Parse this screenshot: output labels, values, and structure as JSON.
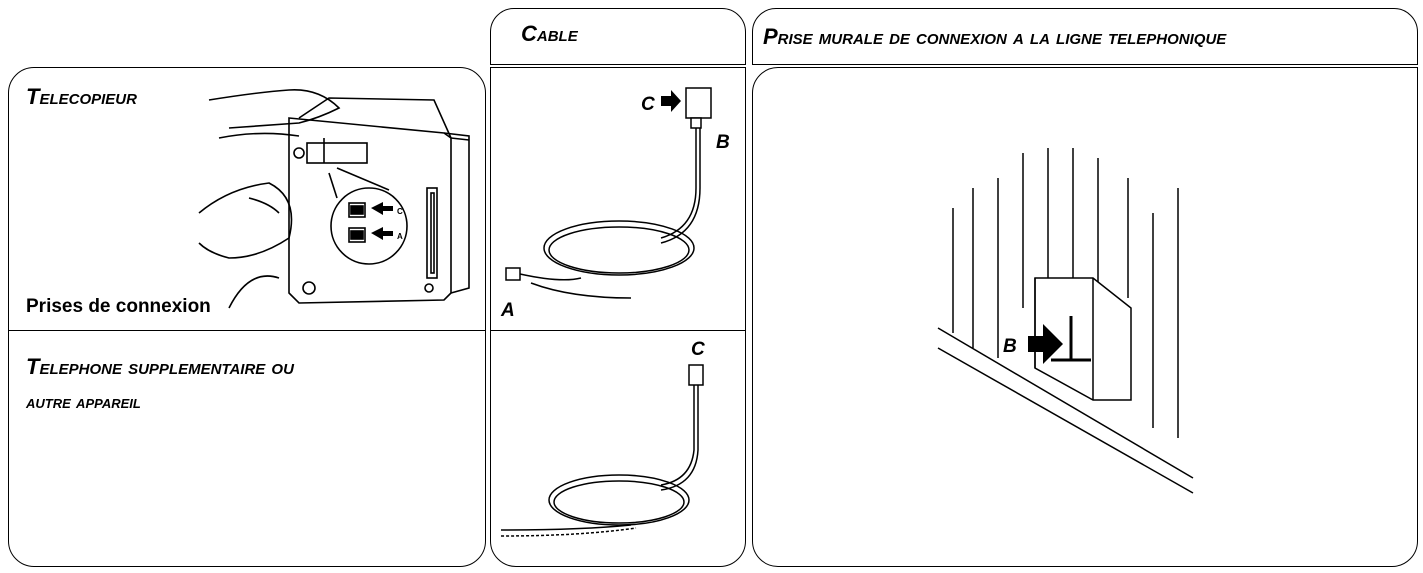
{
  "headers": {
    "cable": "Cable",
    "prise_murale": "Prise murale de connexion a la ligne telephonique"
  },
  "telecopieur": {
    "title": "Telecopieur",
    "caption": "Prises de connexion",
    "jack_labels": [
      "C",
      "A"
    ]
  },
  "telephone": {
    "title_line1": "Telephone supplementaire ou",
    "title_line2": "autre appareil"
  },
  "cable_top": {
    "label_c": "C",
    "label_b": "B",
    "label_a": "A"
  },
  "cable_bottom": {
    "label_c": "C"
  },
  "wall": {
    "label_b": "B"
  }
}
